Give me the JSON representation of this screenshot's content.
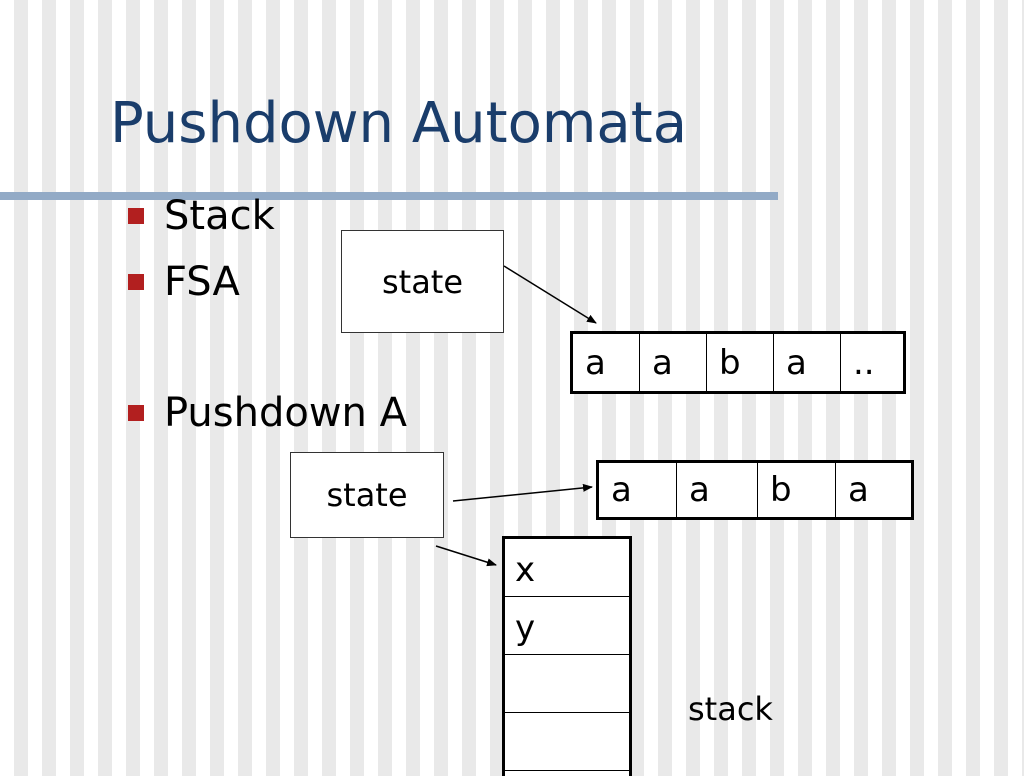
{
  "slide": {
    "title": "Pushdown Automata"
  },
  "bullets": [
    {
      "text": "Stack"
    },
    {
      "text": "FSA"
    },
    {
      "text": "Pushdown A"
    }
  ],
  "fsa": {
    "state_label": "state",
    "tape": [
      "a",
      "a",
      "b",
      "a",
      ".."
    ]
  },
  "pda": {
    "state_label": "state",
    "tape": [
      "a",
      "a",
      "b",
      "a"
    ],
    "stack": [
      "x",
      "y",
      "",
      ""
    ],
    "stack_label": "stack"
  },
  "colors": {
    "title": "#1a3d6b",
    "rule": "#92aac6",
    "bullet": "#b21f1f"
  }
}
